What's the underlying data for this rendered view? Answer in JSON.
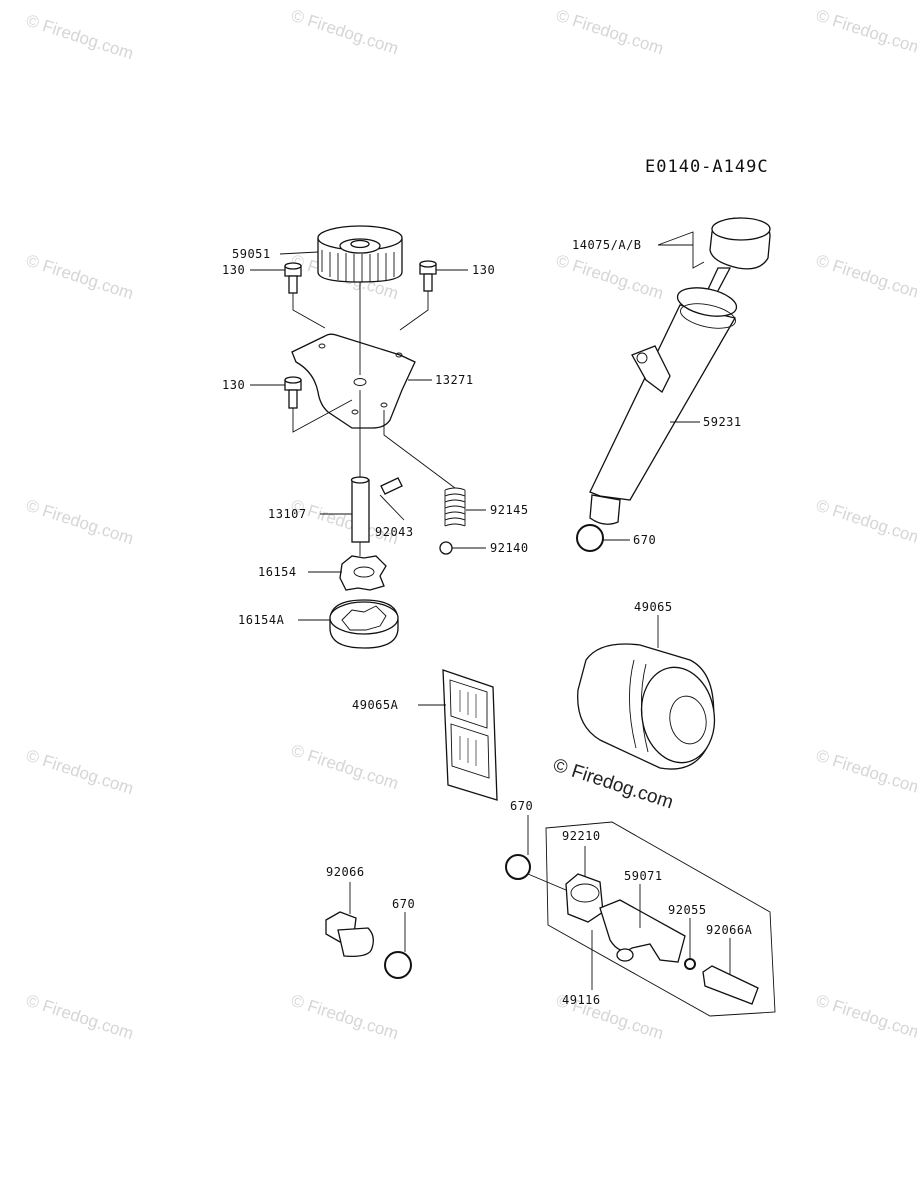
{
  "diagram_code": "E0140-A149C",
  "watermark": "© Firedog.com",
  "parts": {
    "p59051": "59051",
    "p130_left": "130",
    "p130_right": "130",
    "p130_mid": "130",
    "p13271": "13271",
    "p13107": "13107",
    "p92043": "92043",
    "p92145": "92145",
    "p92140": "92140",
    "p16154": "16154",
    "p16154A": "16154A",
    "p14075": "14075/A/B",
    "p59231": "59231",
    "p670_top": "670",
    "p49065": "49065",
    "p49065A": "49065A",
    "p670_mid": "670",
    "p92210": "92210",
    "p59071": "59071",
    "p92055": "92055",
    "p92066A": "92066A",
    "p49116": "49116",
    "p92066": "92066",
    "p670_bot": "670"
  }
}
